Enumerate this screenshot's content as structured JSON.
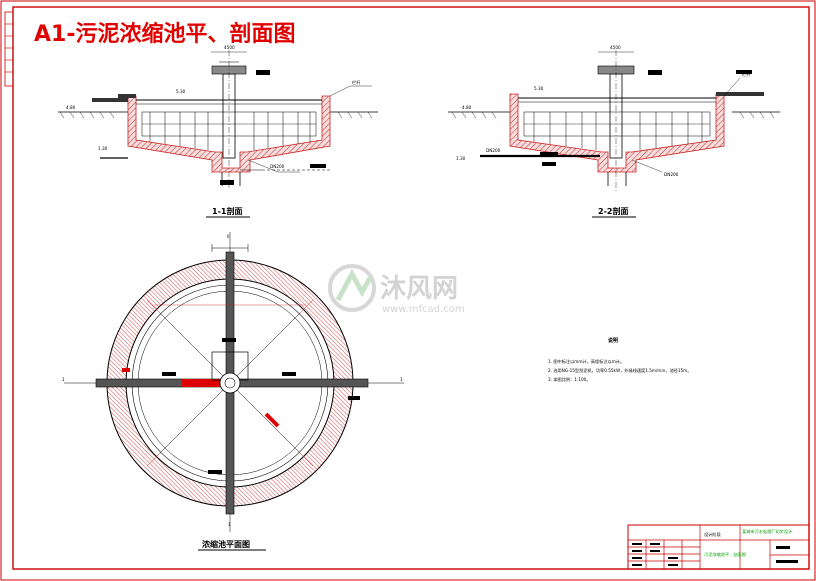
{
  "title": "A1-污泥浓缩池平、剖面图",
  "section_1_label": "1-1剖面",
  "section_2_label": "2-2剖面",
  "plan_label": "浓缩池平面图",
  "notes": {
    "heading": "说明",
    "items": [
      "1. 图中标注以mm计，高程标注以m计。",
      "2. 选用NG-15型刮泥机，功率0.55kW，外缘线速度1.5m/min，池径15m。",
      "3. 本图比例：1:100。"
    ]
  },
  "watermark": {
    "brand": "沐风网",
    "url": "www.mfcad.com"
  },
  "title_block": {
    "design_stage": "设计阶段",
    "project": "某城市污水处理厂初步设计",
    "drawing": "污泥浓缩池平、剖面图"
  },
  "colors": {
    "frame": "#cc0000",
    "wall_hatch": "#cc2222",
    "line": "#000000",
    "title": "#e00000",
    "green_text": "#00a000"
  }
}
